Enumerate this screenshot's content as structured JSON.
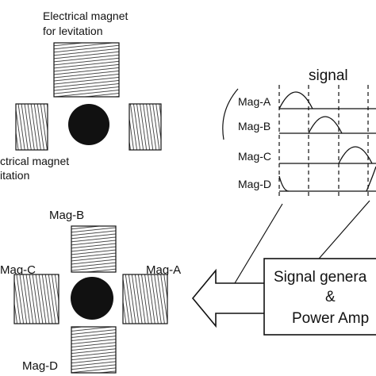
{
  "top_label": {
    "line1": "Electrical magnet",
    "line2": "for levitation"
  },
  "left_label": {
    "line1": "ctrical magnet",
    "line2": "itation"
  },
  "signal_panel": {
    "title": "signal",
    "rows": [
      {
        "name": "Mag-A",
        "phase": 0
      },
      {
        "name": "Mag-B",
        "phase": 1
      },
      {
        "name": "Mag-C",
        "phase": 2
      },
      {
        "name": "Mag-D",
        "phase": 3
      }
    ]
  },
  "bottom_magnets": {
    "top": "Mag-B",
    "left": "Mag-C",
    "right": "Mag-A",
    "bottom": "Mag-D"
  },
  "box": {
    "line1": "Signal genera",
    "line2": "&",
    "line3": "Power Amp"
  },
  "colors": {
    "ink": "#111111",
    "background": "#ffffff"
  }
}
